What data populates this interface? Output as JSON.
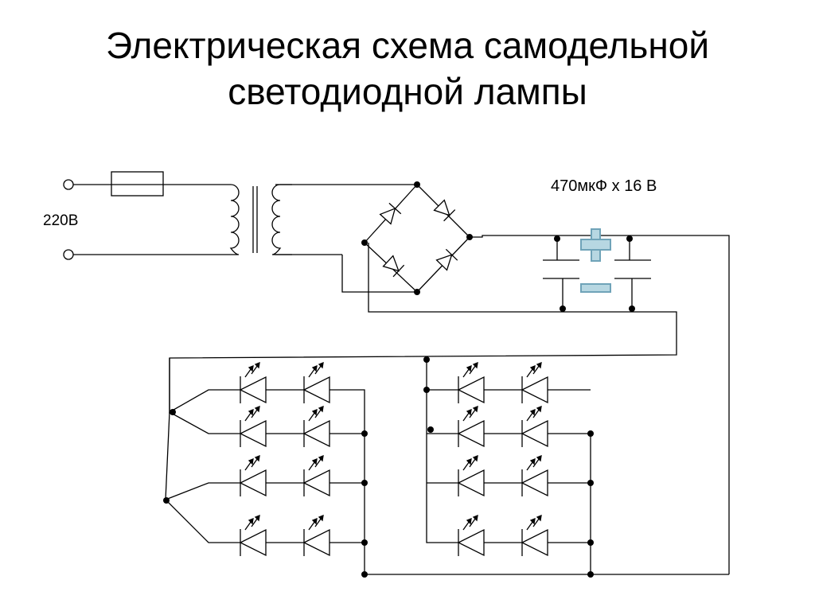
{
  "slide": {
    "title_line1": "Электрическая схема самодельной",
    "title_line2": "светодиодной лампы"
  },
  "labels": {
    "input_voltage": "220В",
    "capacitor": "470мкФ х 16 В"
  },
  "symbols": {
    "cap_plus": "+",
    "cap_minus": "−"
  },
  "colors": {
    "wire": "#000000",
    "polarity_fill": "#b7d7e2",
    "polarity_stroke": "#6fa3b8"
  },
  "icons": [
    "terminal-icon",
    "fuse-icon",
    "transformer-icon",
    "diode-icon",
    "led-icon",
    "capacitor-icon"
  ]
}
